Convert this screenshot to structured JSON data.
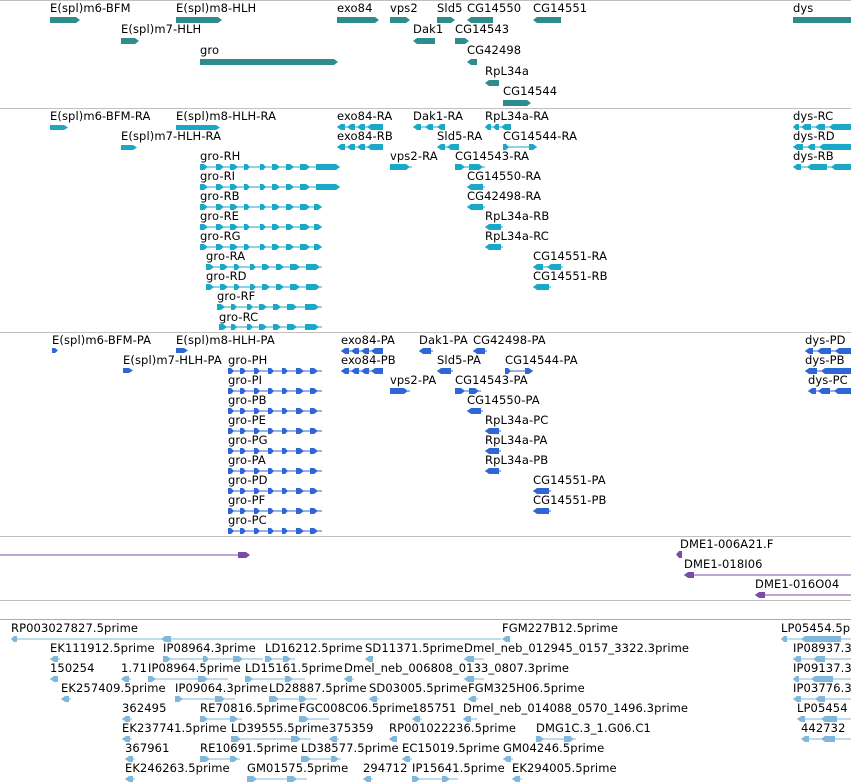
{
  "colors": {
    "gene": "#2e8c8c",
    "transcript": "#1aa8c8",
    "protein": "#2f66d6",
    "clone": "#7a4ca8",
    "est": "#7fb8dc",
    "separator": "#c0c0c0"
  },
  "tracks": {
    "genes": {
      "labels": [
        "E(spl)m6-BFM",
        "E(spl)m8-HLH",
        "exo84",
        "vps2",
        "Sld5",
        "CG14550",
        "CG14551",
        "dys",
        "E(spl)m7-HLH",
        "Dak1",
        "CG14543",
        "gro",
        "CG42498",
        "RpL34a",
        "CG14544"
      ]
    },
    "transcripts": {
      "labels": [
        "E(spl)m6-BFM-RA",
        "E(spl)m8-HLH-RA",
        "exo84-RA",
        "Dak1-RA",
        "RpL34a-RA",
        "dys-RC",
        "E(spl)m7-HLH-RA",
        "exo84-RB",
        "Sld5-RA",
        "CG14544-RA",
        "dys-RD",
        "gro-RH",
        "vps2-RA",
        "CG14543-RA",
        "dys-RB",
        "gro-RI",
        "CG14550-RA",
        "gro-RB",
        "CG42498-RA",
        "gro-RE",
        "RpL34a-RB",
        "gro-RG",
        "RpL34a-RC",
        "gro-RA",
        "CG14551-RA",
        "gro-RD",
        "CG14551-RB",
        "gro-RF",
        "gro-RC"
      ]
    },
    "proteins": {
      "labels": [
        "E(spl)m6-BFM-PA",
        "E(spl)m8-HLH-PA",
        "exo84-PA",
        "Dak1-PA",
        "CG42498-PA",
        "dys-PD",
        "E(spl)m7-HLH-PA",
        "gro-PH",
        "exo84-PB",
        "Sld5-PA",
        "CG14544-PA",
        "dys-PB",
        "vps2-PA",
        "CG14543-PA",
        "gro-PI",
        "dys-PC",
        "gro-PB",
        "CG14550-PA",
        "gro-PE",
        "RpL34a-PC",
        "gro-PG",
        "RpL34a-PA",
        "gro-PA",
        "RpL34a-PB",
        "gro-PD",
        "CG14551-PA",
        "gro-PF",
        "CG14551-PB",
        "gro-PC"
      ]
    },
    "clones": {
      "labels": [
        "DME1-006A21.F",
        "DME1-018I06",
        "DME1-016O04"
      ]
    },
    "ests": {
      "labels": [
        "RP003027827.5prime",
        "FGM227B12.5prime",
        "LP05454.5p",
        "EK111912.5prime",
        "IP08964.3prime",
        "LD16212.5prime",
        "SD11371.5prime",
        "Dmel_neb_012945_0157_3322.3prime",
        "IP08937.3",
        "150254",
        "1.71",
        "IP08964.5prime",
        "LD15161.5prime",
        "Dmel_neb_006808_0133_0807.3prime",
        "IP09137.3",
        "EK257409.5prime",
        "IP09064.3prime",
        "LD28887.5prime",
        "SD03005.5prime",
        "FGM325H06.5prime",
        "IP03776.3",
        "362495",
        "RE70816.5prime",
        "FGC008C06.5prime",
        "185751",
        "Dmel_neb_014088_0570_1496.3prime",
        "LP05454",
        "EK237741.5prime",
        "LD39555.5prime",
        "375359",
        "RP001022236.5prime",
        "DMG1C.3_1.G06.C1",
        "442732",
        "367961",
        "RE10691.5prime",
        "LD38577.5prime",
        "EC15019.5prime",
        "GM04246.5prime",
        "EK246263.5prime",
        "GM01575.5prime",
        "294712",
        "IP15641.5prime",
        "EK294005.5prime"
      ]
    }
  }
}
